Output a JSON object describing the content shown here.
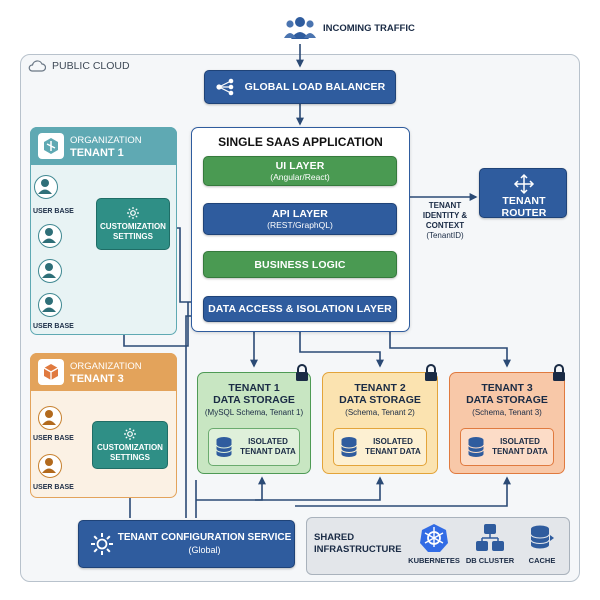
{
  "traffic": {
    "label": "INCOMING TRAFFIC"
  },
  "cloud": {
    "label": "PUBLIC CLOUD"
  },
  "load_balancer": {
    "label": "GLOBAL LOAD BALANCER"
  },
  "app": {
    "title": "SINGLE SAAS APPLICATION",
    "ui_layer": {
      "label": "UI LAYER",
      "sub": "(Angular/React)"
    },
    "api_layer": {
      "label": "API LAYER",
      "sub": "(REST/GraphQL)"
    },
    "business_logic": {
      "label": "BUSINESS LOGIC"
    },
    "data_access": {
      "label": "DATA ACCESS & ISOLATION LAYER"
    }
  },
  "tenant_router": {
    "label": "TENANT ROUTER"
  },
  "tenant_identity": {
    "label": "TENANT IDENTITY & CONTEXT",
    "sub": "(TenantID)"
  },
  "org1": {
    "heading": "ORGANIZATION",
    "name": "TENANT 1",
    "user_base_labels": [
      "USER BASE",
      "USER BASE"
    ],
    "customization": "CUSTOMIZATION SETTINGS"
  },
  "org3": {
    "heading": "ORGANIZATION",
    "name": "TENANT 3",
    "user_base_labels": [
      "USER BASE",
      "USER BASE"
    ],
    "customization": "CUSTOMIZATION SETTINGS"
  },
  "storage": [
    {
      "title_line1": "TENANT 1",
      "title_line2": "DATA STORAGE",
      "sub": "(MySQL Schema, Tenant 1)",
      "inner": "ISOLATED TENANT DATA"
    },
    {
      "title_line1": "TENANT 2",
      "title_line2": "DATA STORAGE",
      "sub": "(Schema, Tenant 2)",
      "inner": "ISOLATED TENANT DATA"
    },
    {
      "title_line1": "TENANT 3",
      "title_line2": "DATA STORAGE",
      "sub": "(Schema, Tenant 3)",
      "inner": "ISOLATED TENANT DATA"
    }
  ],
  "config_service": {
    "label": "TENANT CONFIGURATION SERVICE",
    "sub": "(Global)"
  },
  "shared_infra": {
    "label": "SHARED INFRASTRUCTURE",
    "items": [
      "KUBERNETES",
      "DB CLUSTER",
      "CACHE"
    ]
  },
  "colors": {
    "navy": "#2f5c9e",
    "green": "#4a9a52",
    "teal": "#5fa9b3",
    "orange": "#e3a35b",
    "wire": "#2b4a75"
  }
}
